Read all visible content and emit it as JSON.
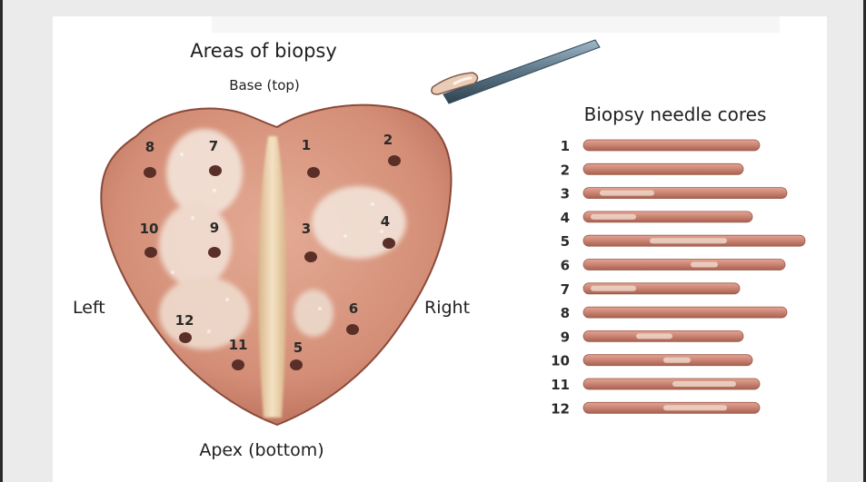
{
  "diagram": {
    "title": "Areas of biopsy",
    "top_label": "Base (top)",
    "bottom_label": "Apex (bottom)",
    "left_label": "Left",
    "right_label": "Right",
    "cores_title": "Biopsy needle cores",
    "sites": [
      {
        "n": "1",
        "label": "1"
      },
      {
        "n": "2",
        "label": "2"
      },
      {
        "n": "3",
        "label": "3"
      },
      {
        "n": "4",
        "label": "4"
      },
      {
        "n": "5",
        "label": "5"
      },
      {
        "n": "6",
        "label": "6"
      },
      {
        "n": "7",
        "label": "7"
      },
      {
        "n": "8",
        "label": "8"
      },
      {
        "n": "9",
        "label": "9"
      },
      {
        "n": "10",
        "label": "10"
      },
      {
        "n": "11",
        "label": "11"
      },
      {
        "n": "12",
        "label": "12"
      }
    ],
    "cores": [
      {
        "label": "1"
      },
      {
        "label": "2"
      },
      {
        "label": "3"
      },
      {
        "label": "4"
      },
      {
        "label": "5"
      },
      {
        "label": "6"
      },
      {
        "label": "7"
      },
      {
        "label": "8"
      },
      {
        "label": "9"
      },
      {
        "label": "10"
      },
      {
        "label": "11"
      },
      {
        "label": "12"
      }
    ],
    "colors": {
      "tissue": "#d99a83",
      "tissue_edge": "#8a4a3a",
      "core": "#c97e6e",
      "hole": "#5a2f28",
      "urethra": "#e9cfa8",
      "tumor": "#f2e6de"
    }
  }
}
